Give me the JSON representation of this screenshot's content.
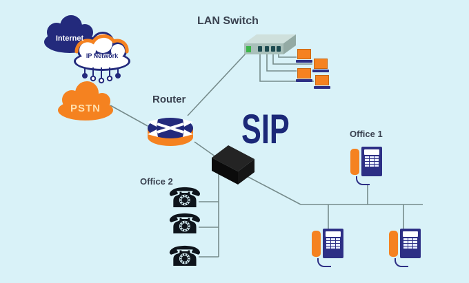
{
  "diagram": {
    "title": "SIP",
    "background_color": "#d9f2f8",
    "nodes": {
      "internet": {
        "label": "Internet",
        "type": "cloud",
        "color": "#232a7c"
      },
      "ip_network": {
        "label": "IP Network",
        "type": "cloud",
        "fill": "#ffffff",
        "outline_top": "#f58220",
        "outline_bottom": "#232a7c"
      },
      "pstn": {
        "label": "PSTN",
        "type": "cloud",
        "color": "#f58220"
      },
      "lan_switch": {
        "label": "LAN Switch",
        "type": "switch"
      },
      "router": {
        "label": "Router",
        "type": "router"
      },
      "sip_server": {
        "type": "black-box"
      },
      "office1": {
        "label": "Office 1",
        "phone_count": 1
      },
      "office2": {
        "label": "Office 2",
        "phone_count": 3
      },
      "lan_computers": {
        "count": 4
      }
    },
    "connections": [
      "PSTN - Router",
      "Router - LAN Switch",
      "LAN Switch - Computer 1",
      "LAN Switch - Computer 2",
      "LAN Switch - Computer 3",
      "LAN Switch - Computer 4",
      "Router - SIP server box",
      "SIP server box - Office 2 phone 1",
      "SIP server box - Office 2 phone 2",
      "SIP server box - Office 2 phone 3",
      "SIP server box - phone bus",
      "Phone bus - Office 1 phone",
      "Phone bus - desk phone left",
      "Phone bus - desk phone right"
    ],
    "icons": {
      "classic_phone_glyph": "☎"
    },
    "colors": {
      "navy": "#232a7c",
      "orange": "#f58220",
      "line_gray": "#768b8b",
      "label_text": "#3a4250",
      "sip_text": "#1b2878",
      "black_device": "#0b0b0b",
      "switch_top": "#cfe0dc",
      "switch_front": "#a9c0ba",
      "port_green": "#3cb54a",
      "pstn_text": "#ffdfad",
      "phone_body": "#2d2f85"
    }
  }
}
